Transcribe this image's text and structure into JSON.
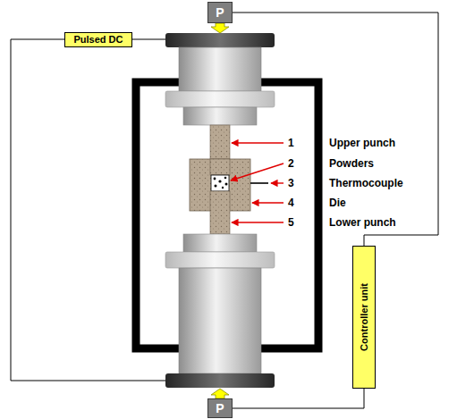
{
  "diagram": {
    "nodes": [
      {
        "text": [
          "P"
        ]
      },
      {
        "text": [
          "Pulsed DC"
        ]
      },
      {
        "text": [
          "Controller unit"
        ]
      },
      {
        "text": [
          "P"
        ]
      }
    ],
    "edges": [
      {
        "from": 2,
        "to": 0,
        "arrow": "none"
      },
      {
        "from": 2,
        "to": 3,
        "arrow": "none"
      }
    ],
    "labels": [
      "1",
      "Upper punch",
      "2",
      "Powders",
      "3",
      "Thermocouple",
      "4",
      "Die",
      "5",
      "Lower punch"
    ]
  }
}
